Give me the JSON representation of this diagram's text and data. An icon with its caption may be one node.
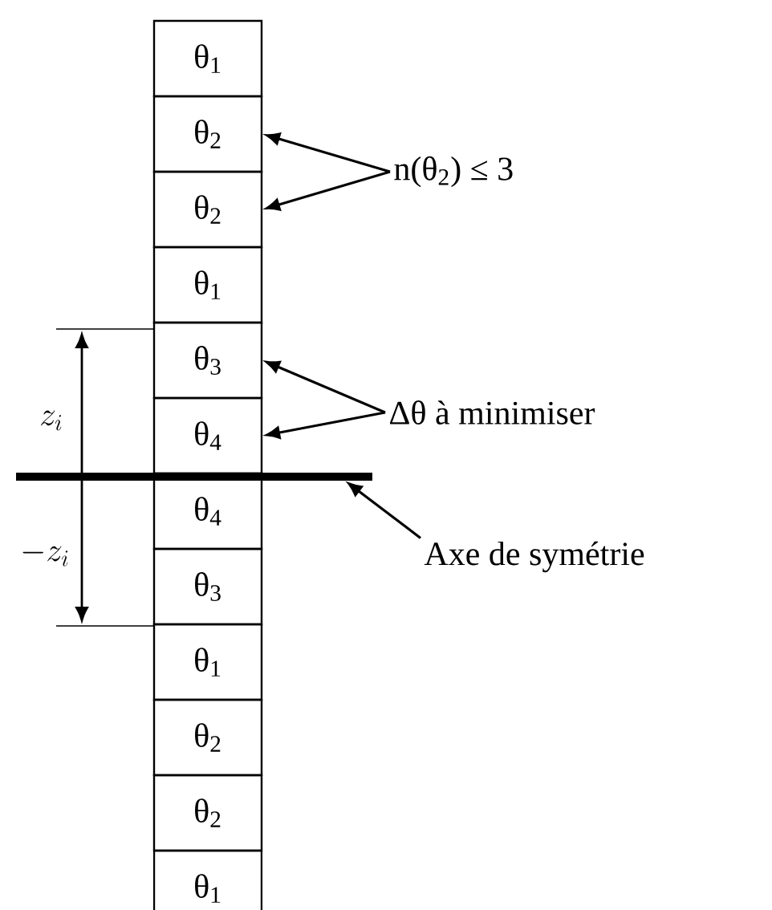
{
  "diagram": {
    "nodes": [
      {
        "text": [
          "θ$_{1}$"
        ]
      },
      {
        "text": [
          "θ$_{2}$"
        ]
      },
      {
        "text": [
          "θ$_{2}$"
        ]
      },
      {
        "text": [
          "θ$_{1}$"
        ]
      },
      {
        "text": [
          "θ$_{3}$"
        ]
      },
      {
        "text": [
          "θ$_{4}$"
        ]
      },
      {
        "text": [
          "θ$_{4}$"
        ]
      },
      {
        "text": [
          "θ$_{3}$"
        ]
      },
      {
        "text": [
          "θ$_{1}$"
        ]
      },
      {
        "text": [
          "θ$_{2}$"
        ]
      },
      {
        "text": [
          "θ$_{2}$"
        ]
      },
      {
        "text": [
          "θ$_{1}$"
        ]
      },
      {
        "text": [
          "n(θ$_{2}$) ≤ 3"
        ]
      },
      {
        "text": [
          "Δθ à minimiser"
        ]
      },
      {
        "text": [
          "Axe de symétrie"
        ]
      },
      {
        "text": [],
        "shape": "bar"
      }
    ],
    "edges": [
      {
        "from": 12,
        "to": 1,
        "arrow": "to"
      },
      {
        "from": 12,
        "to": 2,
        "arrow": "to"
      },
      {
        "from": 13,
        "to": 4,
        "arrow": "to"
      },
      {
        "from": 13,
        "to": 5,
        "arrow": "to"
      },
      {
        "from": 14,
        "to": 15,
        "arrow": "to"
      }
    ],
    "labels": [
      "z_i",
      "-z_i"
    ]
  }
}
